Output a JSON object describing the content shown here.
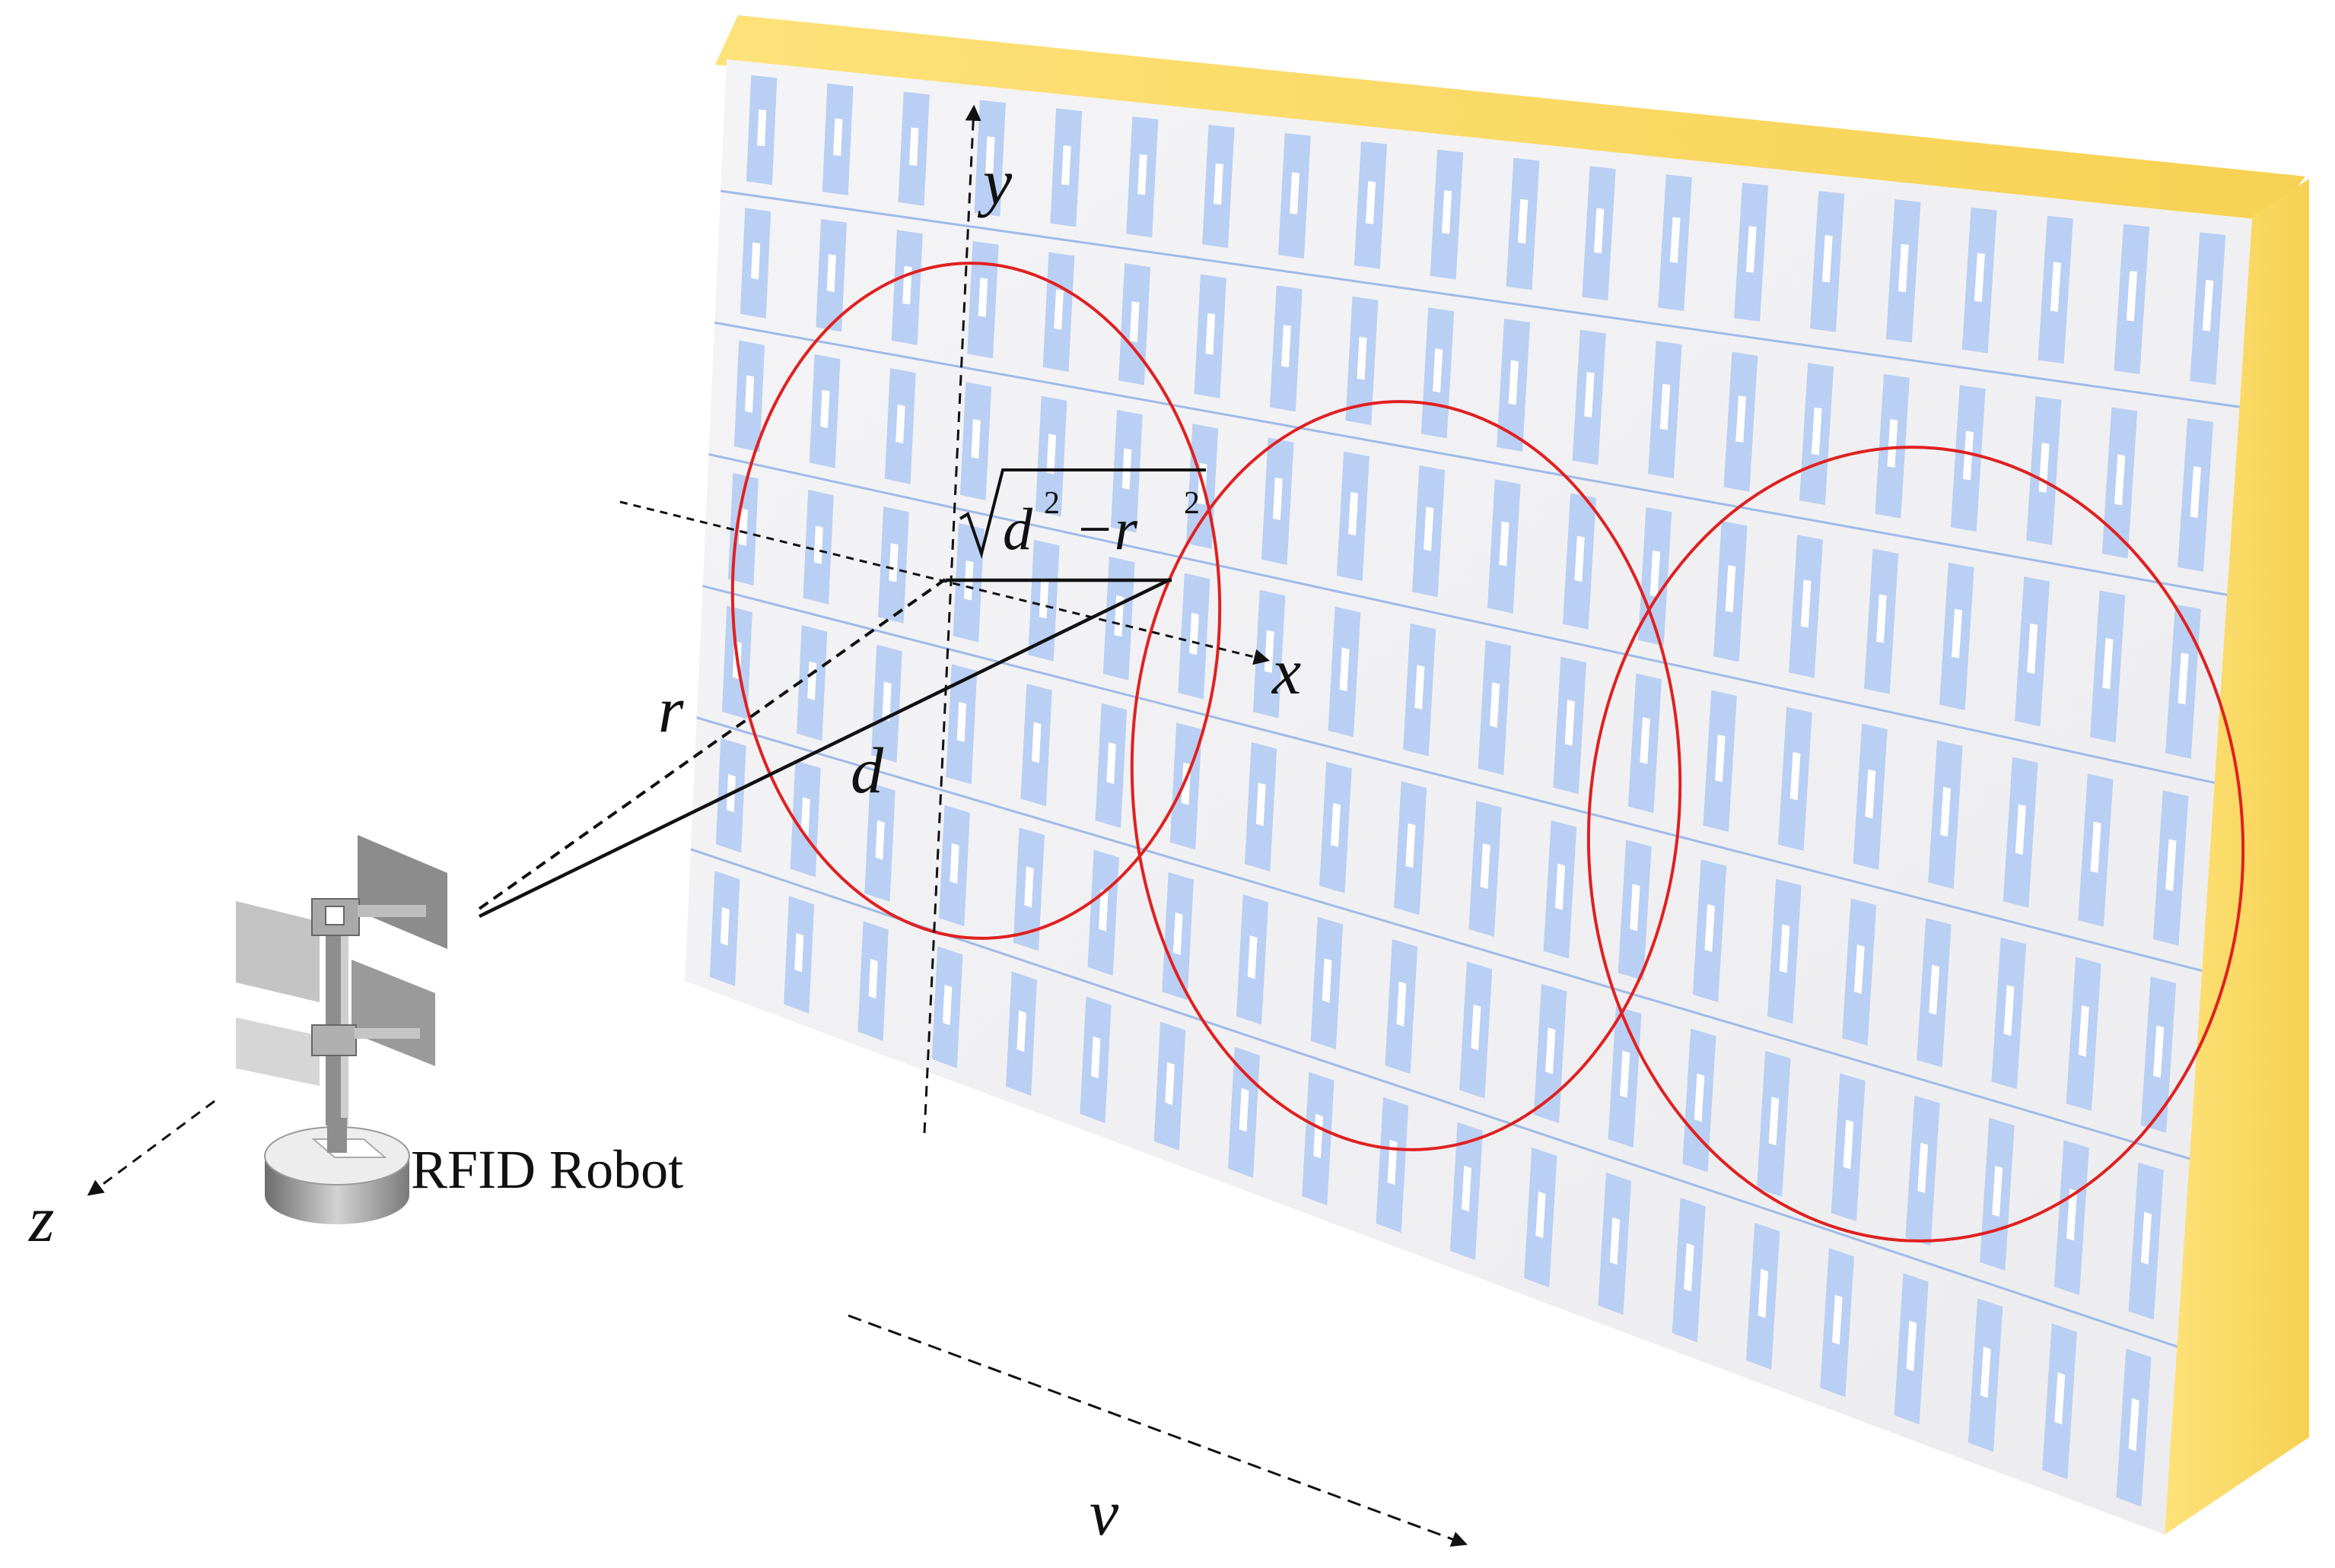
{
  "labels": {
    "robot": "RFID Robot",
    "axis_x": "x",
    "axis_y": "y",
    "axis_z": "z",
    "velocity": "v",
    "radius": "r",
    "distance": "d",
    "formula_d": "d",
    "formula_minus": "−r",
    "formula_exp1": "2",
    "formula_exp2": "2"
  },
  "tag_wall": {
    "rows": 7,
    "columns": 20,
    "tag_color": "#b9cff3",
    "face_color": "#efeff1",
    "edge_color": "#fde27a",
    "row_line_color": "#9fbae8"
  },
  "read_zones": {
    "count": 3,
    "color": "#e02020"
  },
  "colors": {
    "axis": "#111111",
    "robot_gray": "#b8b8b8"
  }
}
